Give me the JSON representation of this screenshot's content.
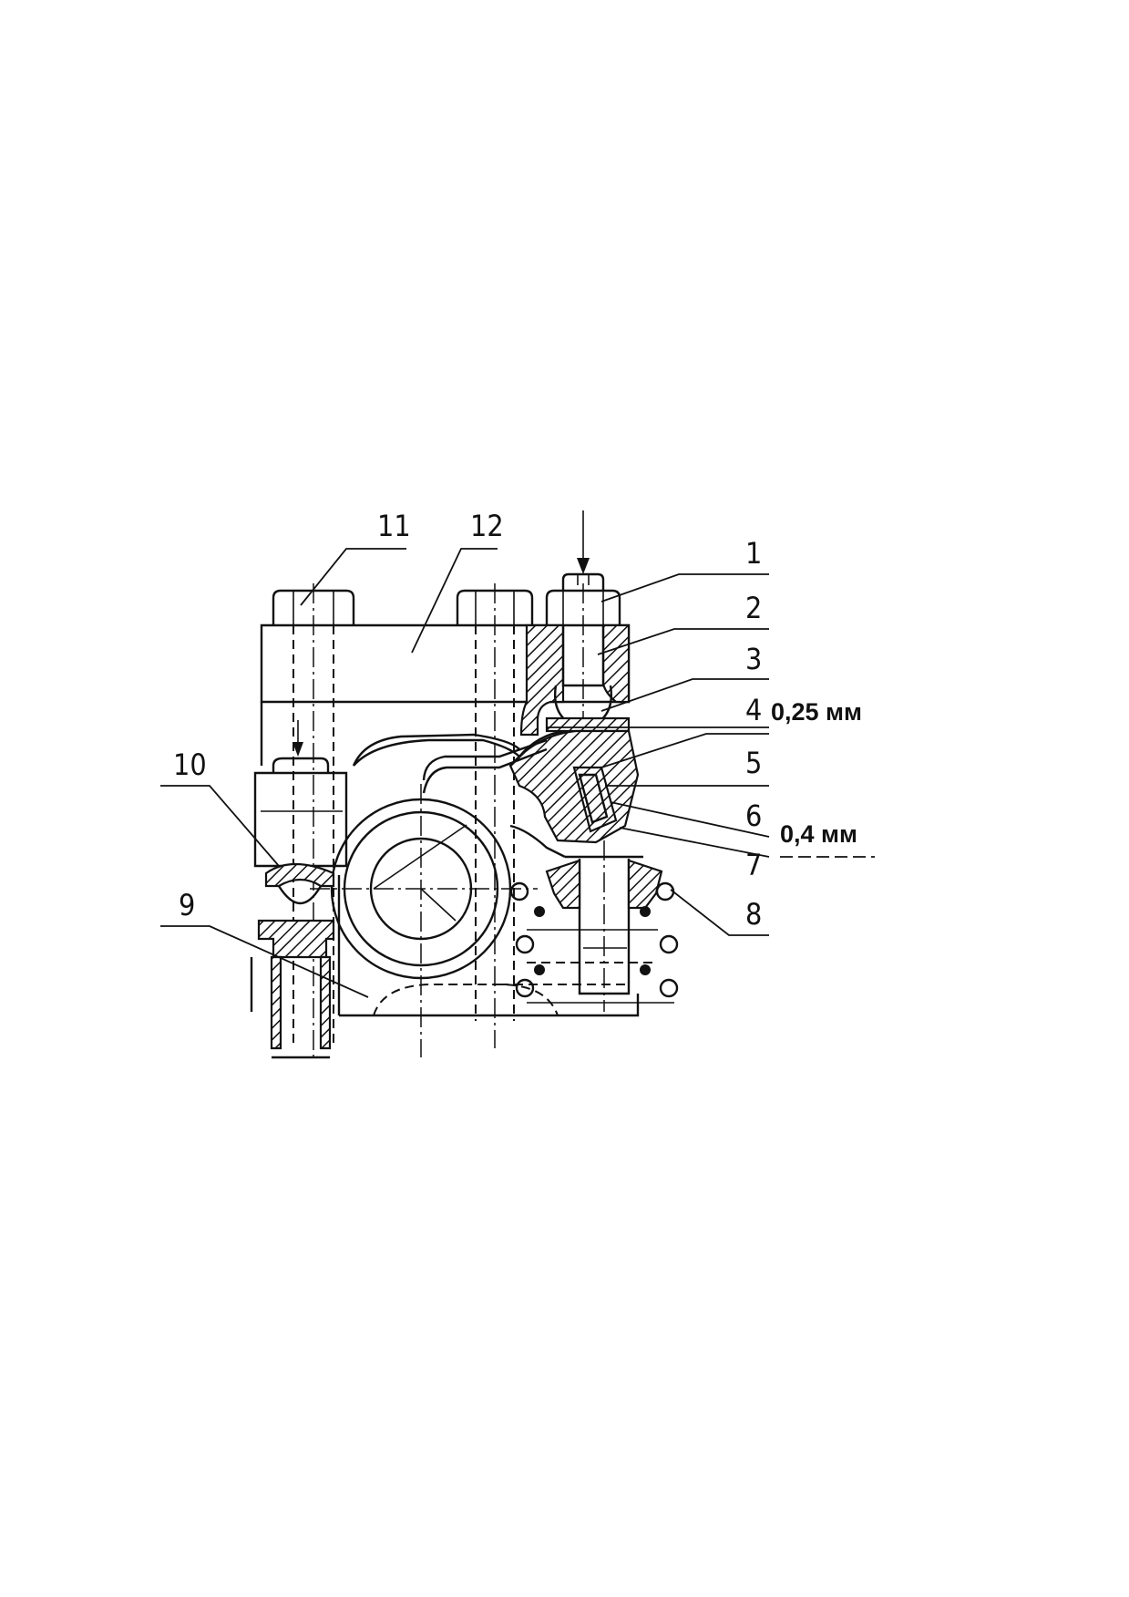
{
  "figure": {
    "description_visible": false
  },
  "callouts": [
    {
      "id": "1",
      "label": "1"
    },
    {
      "id": "2",
      "label": "2"
    },
    {
      "id": "3",
      "label": "3"
    },
    {
      "id": "4",
      "label": "4"
    },
    {
      "id": "5",
      "label": "5"
    },
    {
      "id": "6",
      "label": "6"
    },
    {
      "id": "7",
      "label": "7"
    },
    {
      "id": "8",
      "label": "8"
    },
    {
      "id": "9",
      "label": "9"
    },
    {
      "id": "10",
      "label": "10"
    },
    {
      "id": "11",
      "label": "11"
    },
    {
      "id": "12",
      "label": "12"
    }
  ],
  "dimensions": {
    "clearance_upper": "0,25 мм",
    "clearance_lower": "0,4 мм"
  }
}
